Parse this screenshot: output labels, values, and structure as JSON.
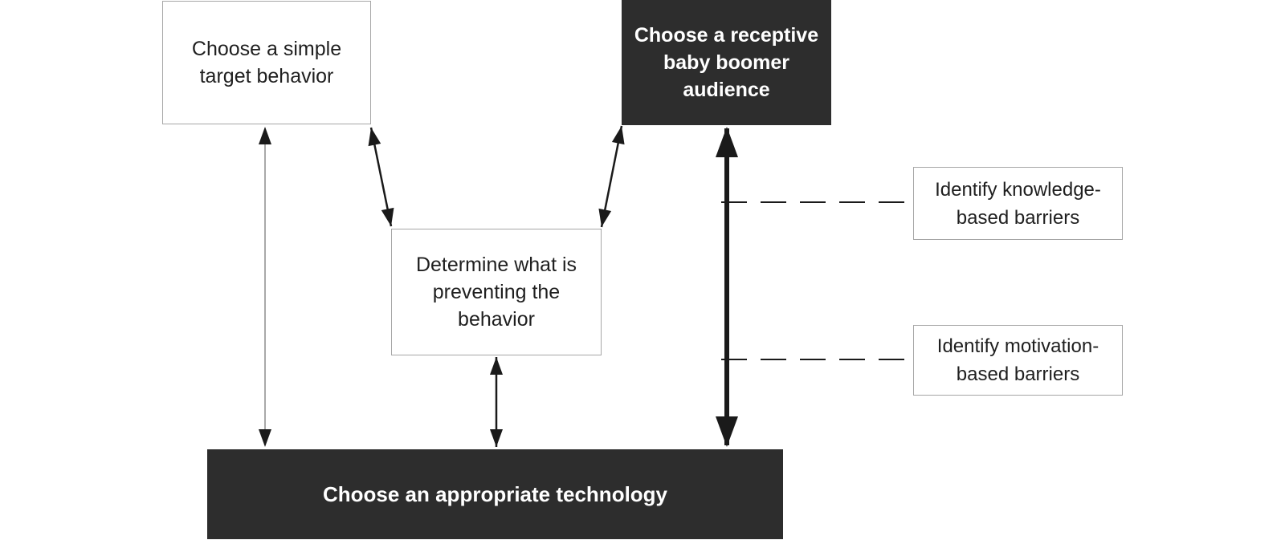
{
  "diagram": {
    "nodes": {
      "simple_behavior": {
        "label": "Choose a simple target behavior",
        "lines": [
          "Choose a simple",
          "target behavior"
        ],
        "variant": "light"
      },
      "receptive_audience": {
        "label": "Choose a receptive baby boomer audience",
        "lines": [
          "Choose a receptive",
          "baby boomer",
          "audience"
        ],
        "variant": "dark"
      },
      "preventing_behavior": {
        "label": "Determine what is preventing the behavior",
        "lines": [
          "Determine what is",
          "preventing the",
          "behavior"
        ],
        "variant": "light"
      },
      "knowledge_barriers": {
        "label": "Identify knowledge-based barriers",
        "lines": [
          "Identify knowledge-",
          "based barriers"
        ],
        "variant": "light"
      },
      "motivation_barriers": {
        "label": "Identify motivation-based barriers",
        "lines": [
          "Identify motivation-",
          "based barriers"
        ],
        "variant": "light"
      },
      "appropriate_technology": {
        "label": "Choose an appropriate technology",
        "lines": [
          "Choose an appropriate technology"
        ],
        "variant": "dark"
      }
    },
    "connectors": [
      {
        "from": "simple_behavior",
        "to": "appropriate_technology",
        "style": "thin-double-arrow",
        "heads": "both"
      },
      {
        "from": "simple_behavior",
        "to": "preventing_behavior",
        "style": "double-arrow",
        "heads": "both"
      },
      {
        "from": "receptive_audience",
        "to": "preventing_behavior",
        "style": "double-arrow",
        "heads": "both"
      },
      {
        "from": "preventing_behavior",
        "to": "appropriate_technology",
        "style": "double-arrow",
        "heads": "both"
      },
      {
        "from": "receptive_audience",
        "to": "appropriate_technology",
        "style": "thick-double-arrow",
        "heads": "both"
      },
      {
        "from": "receptive_audience_to_technology_arrow",
        "to": "knowledge_barriers",
        "style": "dashed",
        "heads": "none"
      },
      {
        "from": "receptive_audience_to_technology_arrow",
        "to": "motivation_barriers",
        "style": "dashed",
        "heads": "none"
      }
    ],
    "colors": {
      "dark_box_fill": "#2d2d2d",
      "dark_box_text": "#ffffff",
      "light_box_fill": "#ffffff",
      "light_box_border": "#a6a6a6",
      "light_box_text": "#1f1f1f",
      "arrow_black": "#1a1a1a",
      "thin_arrow_shaft": "#a9a9a9",
      "background": "#ffffff"
    }
  }
}
